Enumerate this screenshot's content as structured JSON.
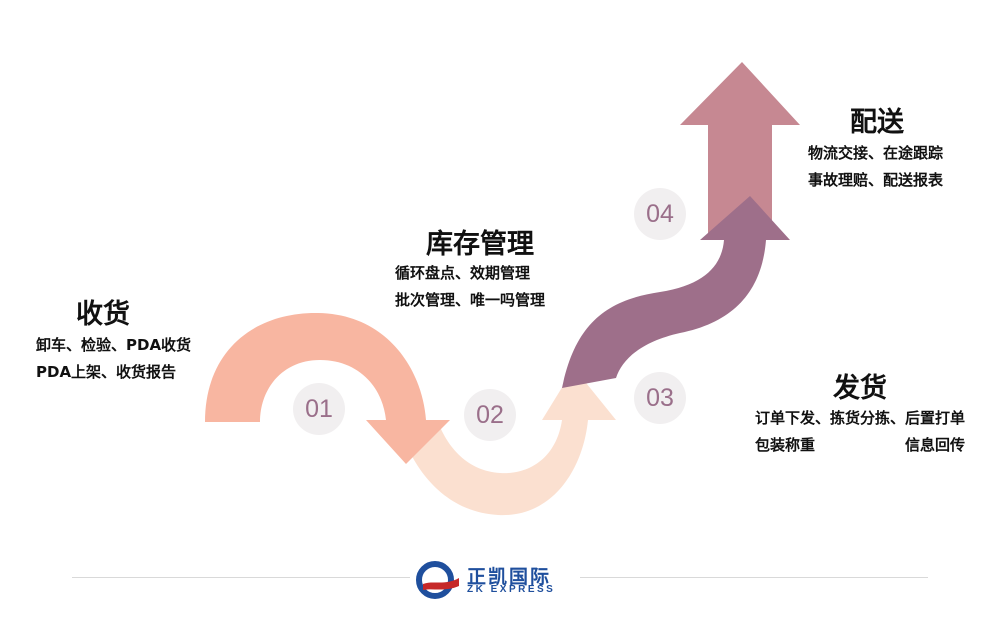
{
  "steps": [
    {
      "num": "01",
      "title": "收货",
      "lines": [
        "卸车、检验、PDA收货",
        "PDA上架、收货报告"
      ]
    },
    {
      "num": "02",
      "title": "库存管理",
      "lines": [
        "循环盘点、效期管理",
        "批次管理、唯一吗管理"
      ]
    },
    {
      "num": "03",
      "title": "发货",
      "lines": [
        "订单下发、拣货分拣、后置打单"
      ],
      "line2_left": "包装称重",
      "line2_right": "信息回传"
    },
    {
      "num": "04",
      "title": "配送",
      "lines": [
        "物流交接、在途跟踪",
        "事故理赔、配送报表"
      ]
    }
  ],
  "logo": {
    "cn": "正凯国际",
    "en": "ZK EXPRESS"
  },
  "colors": {
    "arrow1": "#f8b6a1",
    "arrow2": "#fbe0d0",
    "arrow3": "#9e6f8a",
    "arrow4": "#c68892",
    "number": "#9a6f8a",
    "circle": "#f1eff0",
    "logo": "#1f4f9d"
  }
}
